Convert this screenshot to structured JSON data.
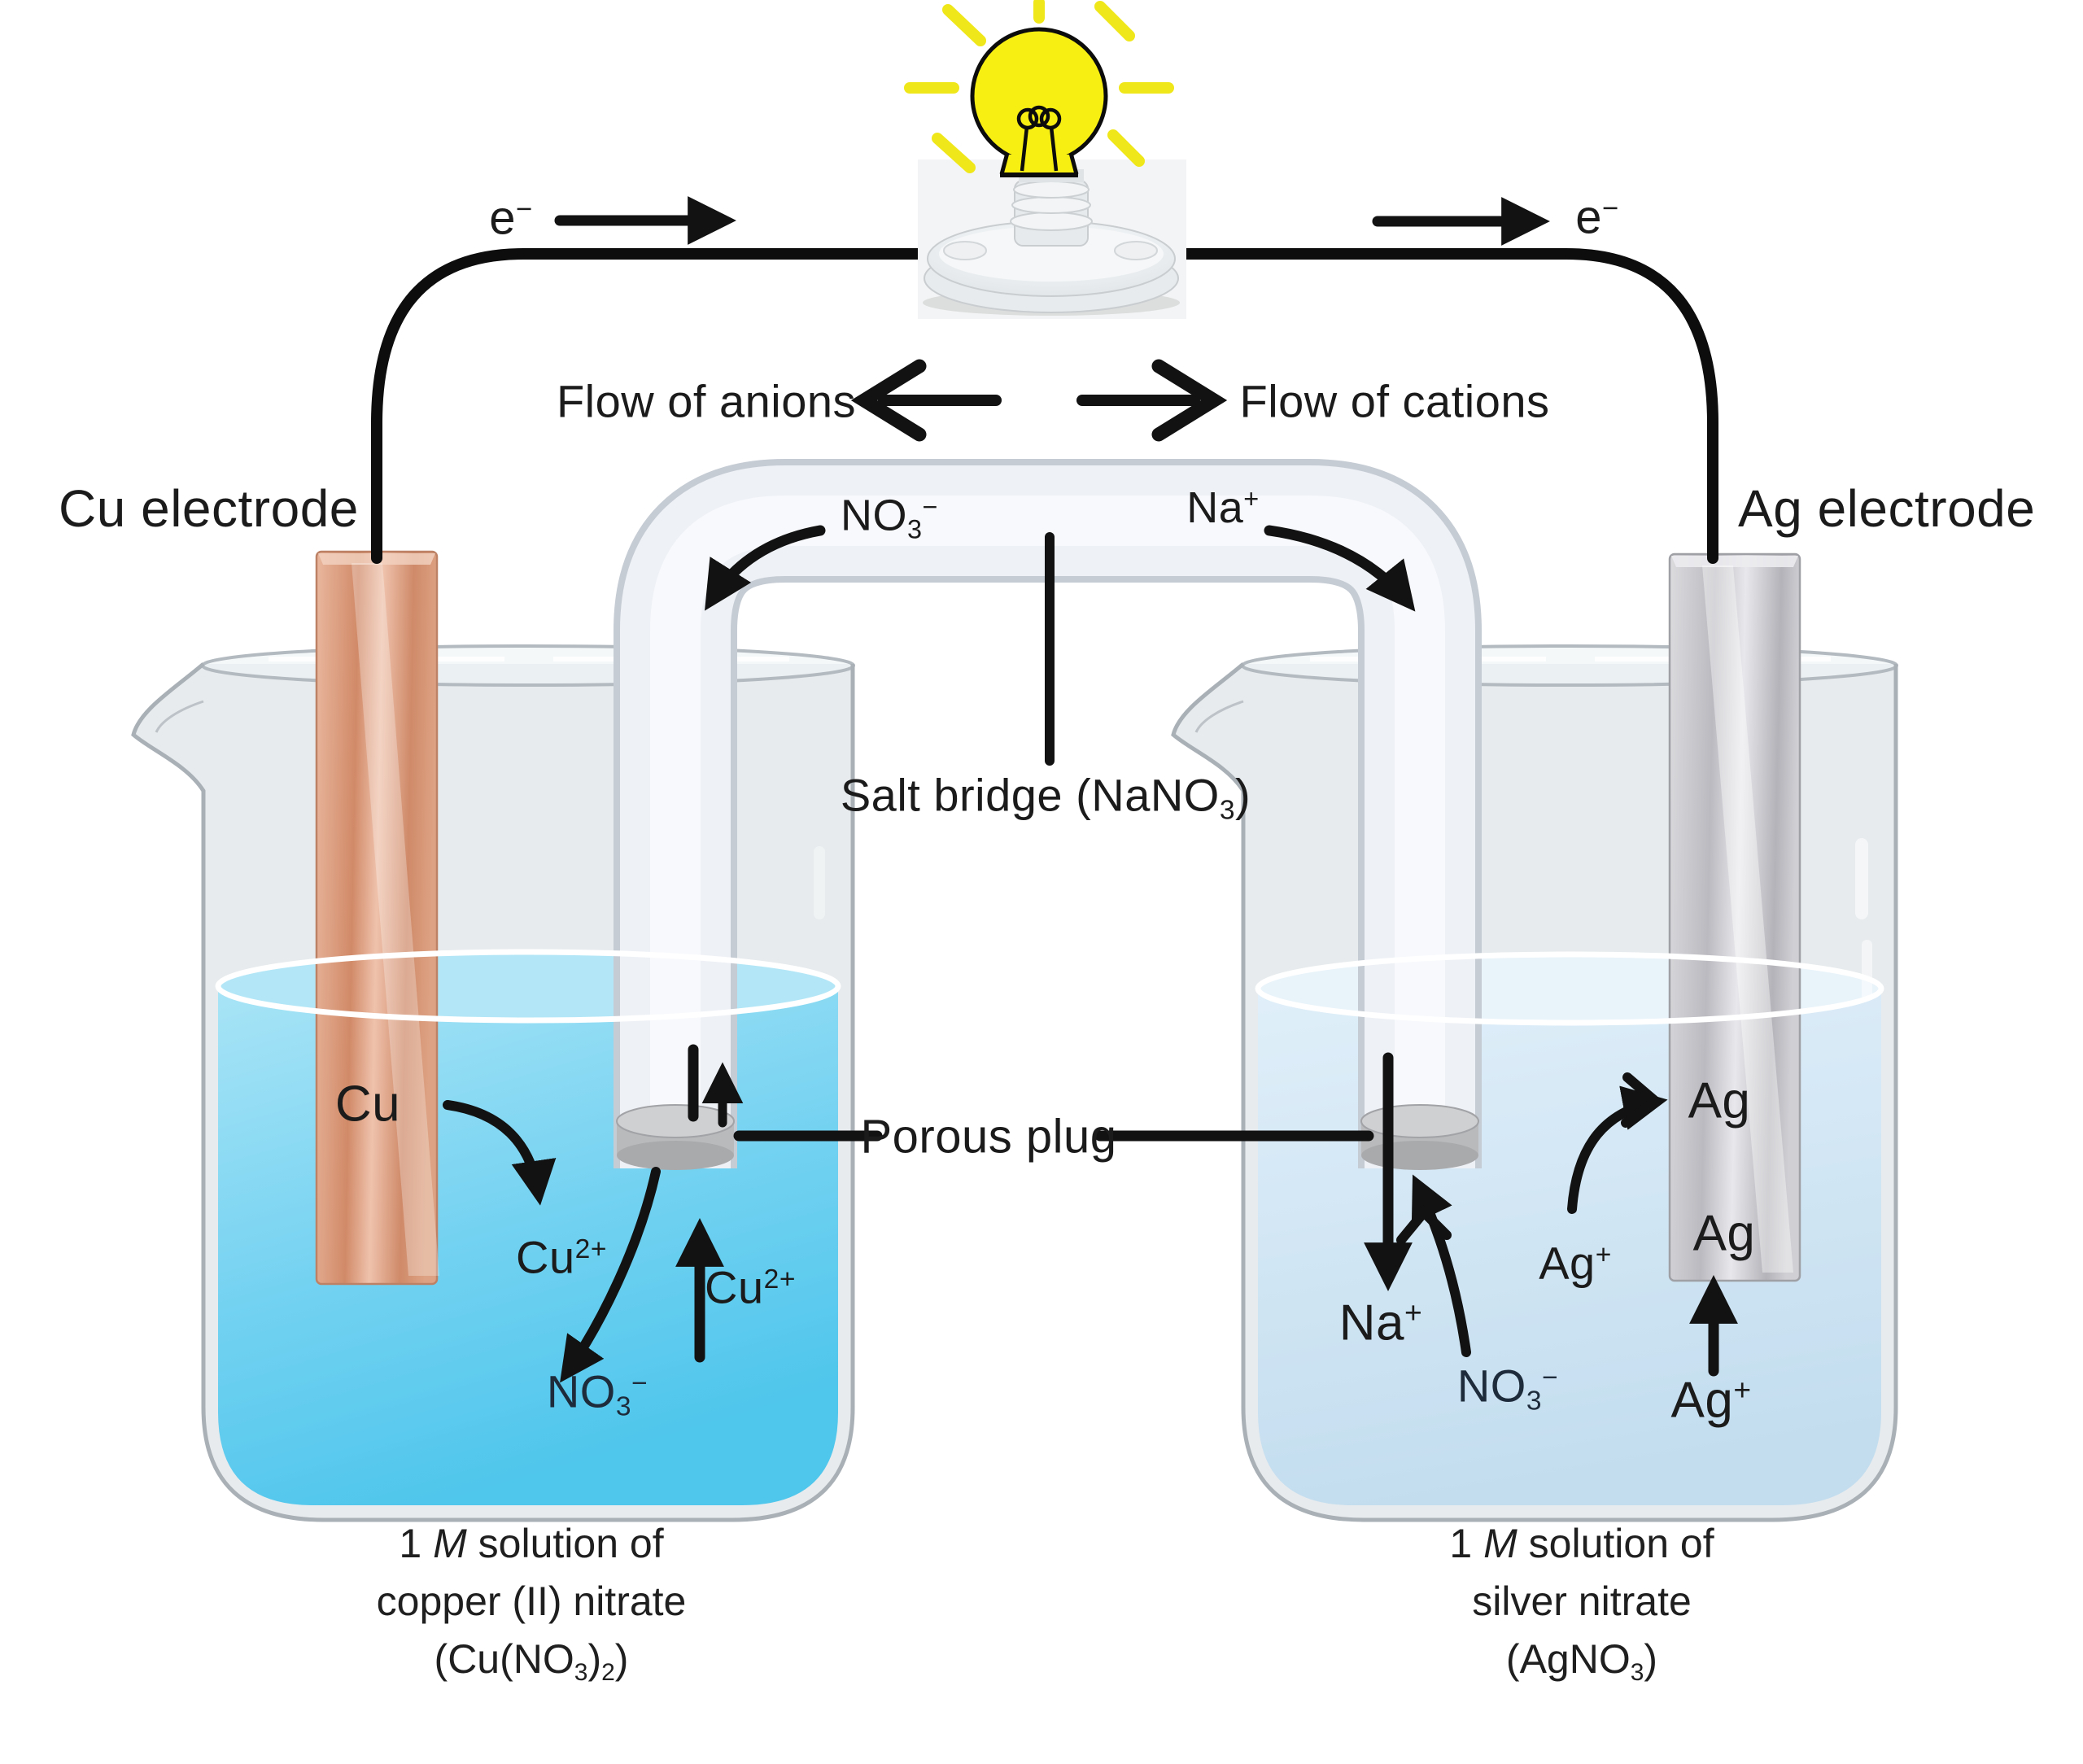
{
  "labels": {
    "electron_left": [
      {
        "t": "e"
      },
      {
        "t": "−",
        "s": "sup"
      }
    ],
    "electron_right": [
      {
        "t": "e"
      },
      {
        "t": "−",
        "s": "sup"
      }
    ],
    "flow_of_anions": "Flow of anions",
    "flow_of_cations": "Flow of cations",
    "cu_electrode": "Cu electrode",
    "ag_electrode": "Ag electrode",
    "bridge_anion": [
      {
        "t": "NO"
      },
      {
        "t": "3",
        "s": "sub"
      },
      {
        "t": "−",
        "s": "sup"
      }
    ],
    "bridge_cation": [
      {
        "t": "Na"
      },
      {
        "t": "+",
        "s": "sup"
      }
    ],
    "salt_bridge": [
      {
        "t": "Salt bridge (NaNO"
      },
      {
        "t": "3",
        "s": "sub"
      },
      {
        "t": ")"
      }
    ],
    "porous_plug": "Porous plug",
    "left_beaker": {
      "cu": "Cu",
      "cu2_near": [
        {
          "t": "Cu"
        },
        {
          "t": "2+",
          "s": "sup"
        }
      ],
      "cu2_tube": [
        {
          "t": "Cu"
        },
        {
          "t": "2+",
          "s": "sup"
        }
      ],
      "no3": [
        {
          "t": "NO"
        },
        {
          "t": "3",
          "s": "sub"
        },
        {
          "t": "−",
          "s": "sup"
        }
      ],
      "caption": [
        [
          {
            "t": "1 "
          },
          {
            "t": "M",
            "s": "i"
          },
          {
            "t": " solution of"
          }
        ],
        [
          {
            "t": "copper (II) nitrate"
          }
        ],
        [
          {
            "t": "(Cu(NO"
          },
          {
            "t": "3",
            "s": "sub"
          },
          {
            "t": ")"
          },
          {
            "t": "2",
            "s": "sub"
          },
          {
            "t": ")"
          }
        ]
      ]
    },
    "right_beaker": {
      "na": [
        {
          "t": "Na"
        },
        {
          "t": "+",
          "s": "sup"
        }
      ],
      "no3": [
        {
          "t": "NO"
        },
        {
          "t": "3",
          "s": "sub"
        },
        {
          "t": "−",
          "s": "sup"
        }
      ],
      "ag_plus_flow": [
        {
          "t": "Ag"
        },
        {
          "t": "+",
          "s": "sup"
        }
      ],
      "ag_deposit": "Ag",
      "ag_on_electrode": "Ag",
      "ag_plus_bottom": [
        {
          "t": "Ag"
        },
        {
          "t": "+",
          "s": "sup"
        }
      ],
      "caption": [
        [
          {
            "t": "1 "
          },
          {
            "t": "M",
            "s": "i"
          },
          {
            "t": " solution of"
          }
        ],
        [
          {
            "t": "silver nitrate"
          }
        ],
        [
          {
            "t": "(AgNO"
          },
          {
            "t": "3",
            "s": "sub"
          },
          {
            "t": ")"
          }
        ]
      ]
    }
  },
  "colors": {
    "bulb_yellow": "#f7ee12",
    "ray_yellow": "#f0e71a",
    "wire_black": "#111111",
    "copper_electrode": "#d8936f",
    "silver_electrode": "#c6c6cb",
    "left_solution": "#5fcbee",
    "right_solution": "#cfe4f3",
    "glass_gray": "#d6dde3",
    "plug_gray": "#b5b6b8",
    "text_black": "#1b1b1b"
  }
}
